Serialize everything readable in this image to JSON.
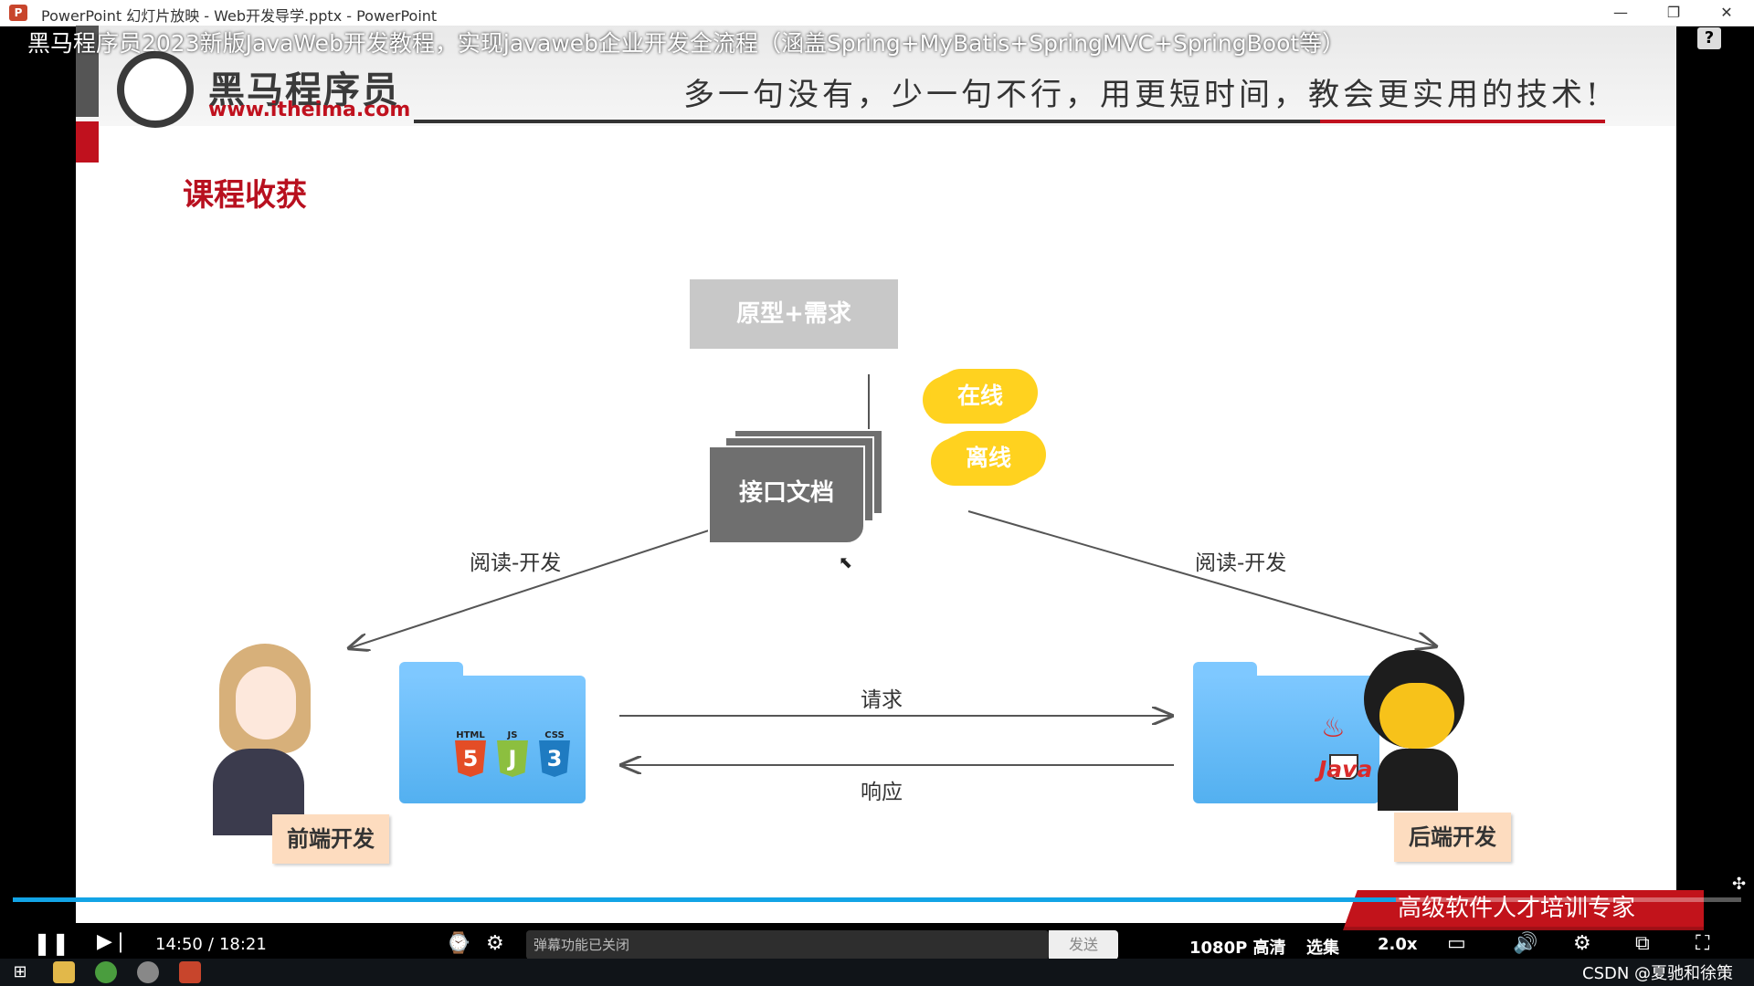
{
  "window": {
    "title": "PowerPoint 幻灯片放映  -  Web开发导学.pptx - PowerPoint",
    "icon": "powerpoint-icon",
    "minimize_glyph": "—",
    "restore_glyph": "❐",
    "close_glyph": "✕"
  },
  "video": {
    "title": "黑马程序员2023新版JavaWeb开发教程，实现javaweb企业开发全流程（涵盖Spring+MyBatis+SpringMVC+SpringBoot等）",
    "help_glyph": "?"
  },
  "slide": {
    "logo_name": "黑马程序员",
    "logo_url": "www.itheima.com",
    "slogan": "多一句没有，少一句不行，用更短时间，教会更实用的技术!",
    "heading": "课程收获",
    "diagram": {
      "prototype_box": "原型+需求",
      "api_doc": "接口文档",
      "cloud_online": "在线",
      "cloud_offline": "离线",
      "read_dev_left": "阅读-开发",
      "read_dev_right": "阅读-开发",
      "request": "请求",
      "response": "响应",
      "frontend_label": "前端开发",
      "backend_label": "后端开发",
      "frontend_badges": [
        {
          "label": "HTML",
          "glyph": "5",
          "color": "#e44d26"
        },
        {
          "label": "JS",
          "glyph": "J",
          "color": "#8cbf3f"
        },
        {
          "label": "CSS",
          "glyph": "3",
          "color": "#1f7bc1"
        }
      ],
      "java_text": "Java",
      "colors": {
        "accent": "#b8101f",
        "folder": "#6bbcf5",
        "cloud": "#ffd21f",
        "doc": "#6f6f6f",
        "proto": "#c8c8c8",
        "ribbon": "#fddcbf"
      }
    },
    "bottom_banner": "高级软件人才培训专家"
  },
  "player": {
    "progress": 0.8,
    "time_current": "14:50",
    "time_separator": "/",
    "time_total": "18:21",
    "danmaku_placeholder": "弹幕功能已关闭",
    "send_label": "发送",
    "quality": "1080P 高清",
    "episodes": "选集",
    "speed": "2.0x",
    "accent": "#12a4e6"
  },
  "taskbar": {
    "watermark": "CSDN @夏驰和徐策"
  }
}
